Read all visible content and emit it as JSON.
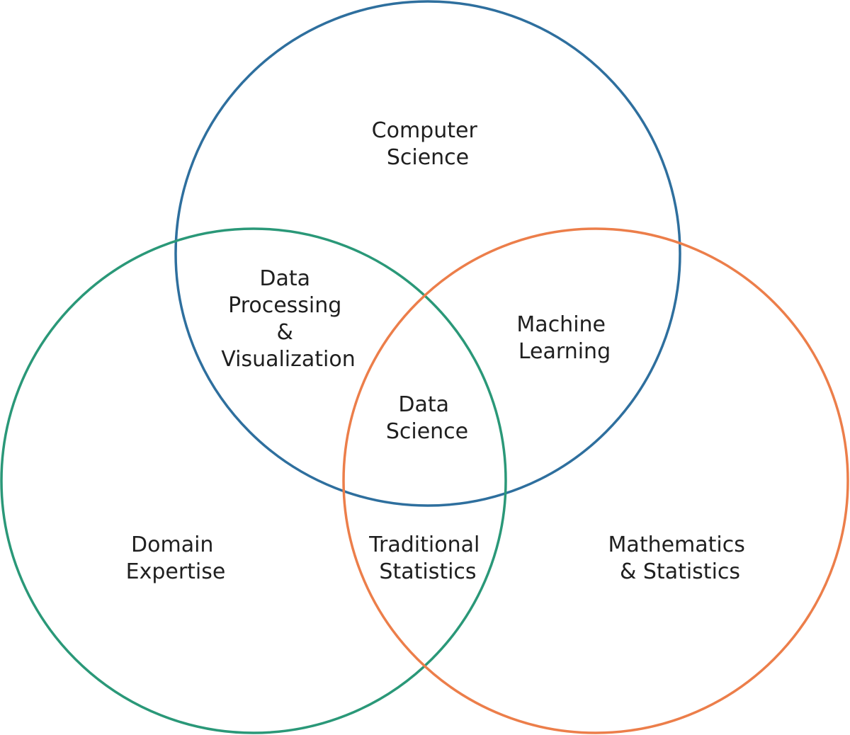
{
  "colors": {
    "computer_science": "#2e6f9e",
    "domain_expertise": "#2a9878",
    "mathematics_statistics": "#ec7e4a",
    "text": "#1f1f1f"
  },
  "regions": {
    "computer_science": [
      "Computer",
      "Science"
    ],
    "domain_expertise": [
      "Domain",
      "Expertise"
    ],
    "mathematics_statistics": [
      "Mathematics",
      "& Statistics"
    ],
    "data_processing_visualization": [
      "Data",
      "Processing",
      "&",
      "Visualization"
    ],
    "machine_learning": [
      "Machine",
      "Learning"
    ],
    "traditional_statistics": [
      "Traditional",
      "Statistics"
    ],
    "data_science": [
      "Data",
      "Science"
    ]
  }
}
